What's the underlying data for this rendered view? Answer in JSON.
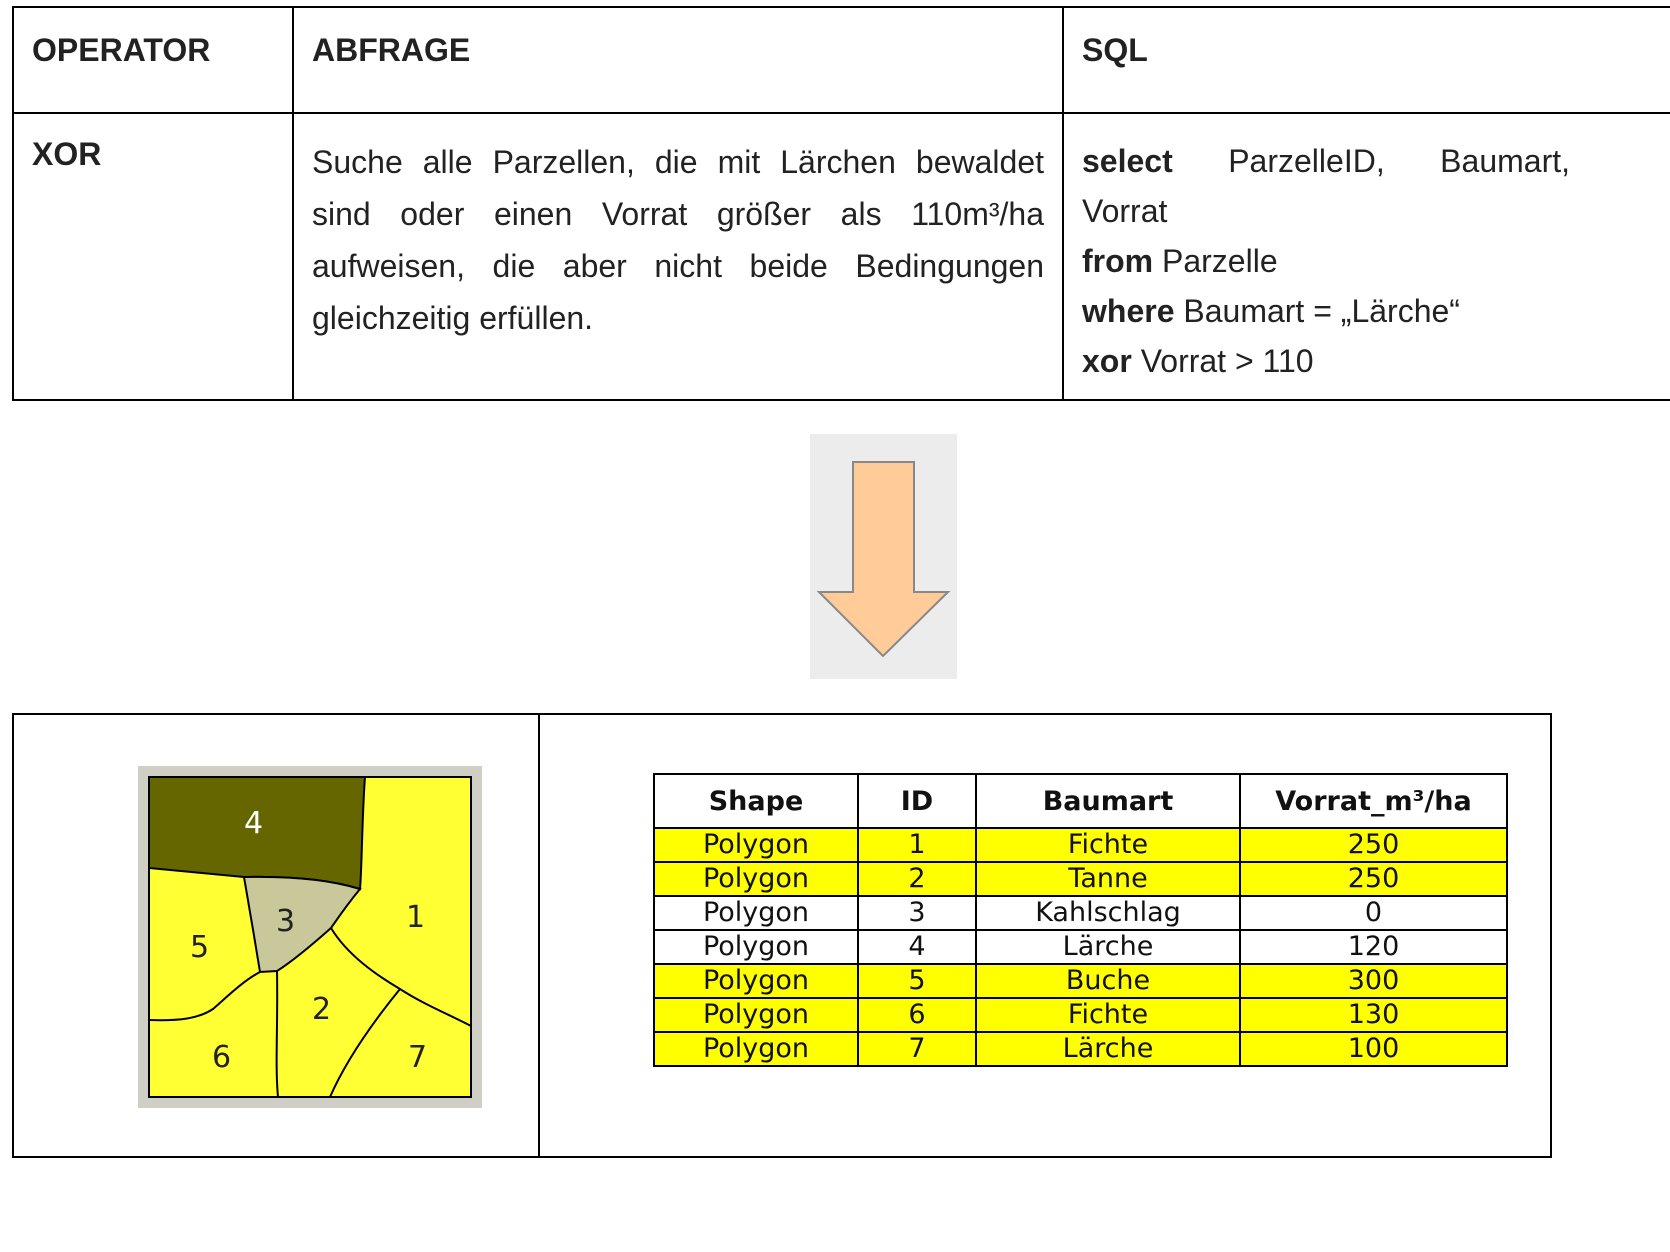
{
  "query_table": {
    "headers": [
      "OPERATOR",
      "ABFRAGE",
      "SQL"
    ],
    "operator": "XOR",
    "description": "Suche alle Parzellen, die mit Lärchen bewaldet sind oder einen Vorrat größer als 110m³/ha aufweisen, die aber nicht beide Bedingungen gleichzeitig erfüllen.",
    "sql": {
      "kw_select": "select",
      "select_col1": "ParzelleID,",
      "select_col2": "Baumart,",
      "select_col3": "Vorrat",
      "kw_from": "from",
      "from_value": " Parzelle",
      "kw_where": "where",
      "where_value": " Baumart = „Lärche“",
      "kw_xor": "xor",
      "xor_value": " Vorrat > 110"
    }
  },
  "map": {
    "labels": [
      "1",
      "2",
      "3",
      "4",
      "5",
      "6",
      "7"
    ],
    "colors": {
      "selected": "#ffff33",
      "parcel_4": "#666600",
      "parcel_3": "#c8c89a",
      "frame": "#cfcfc6"
    }
  },
  "attribute_table": {
    "columns": [
      "Shape",
      "ID",
      "Baumart",
      "Vorrat_m³/ha"
    ],
    "rows": [
      {
        "shape": "Polygon",
        "id": "1",
        "baumart": "Fichte",
        "vorrat": "250",
        "selected": true
      },
      {
        "shape": "Polygon",
        "id": "2",
        "baumart": "Tanne",
        "vorrat": "250",
        "selected": true
      },
      {
        "shape": "Polygon",
        "id": "3",
        "baumart": "Kahlschlag",
        "vorrat": "0",
        "selected": false
      },
      {
        "shape": "Polygon",
        "id": "4",
        "baumart": "Lärche",
        "vorrat": "120",
        "selected": false
      },
      {
        "shape": "Polygon",
        "id": "5",
        "baumart": "Buche",
        "vorrat": "300",
        "selected": true
      },
      {
        "shape": "Polygon",
        "id": "6",
        "baumart": "Fichte",
        "vorrat": "130",
        "selected": true
      },
      {
        "shape": "Polygon",
        "id": "7",
        "baumart": "Lärche",
        "vorrat": "100",
        "selected": true
      }
    ],
    "colors": {
      "selected_row": "#ffff00",
      "unselected_row": "#ffffff"
    }
  },
  "arrow": {
    "fill": "#ffcc99",
    "background": "#ececec"
  }
}
